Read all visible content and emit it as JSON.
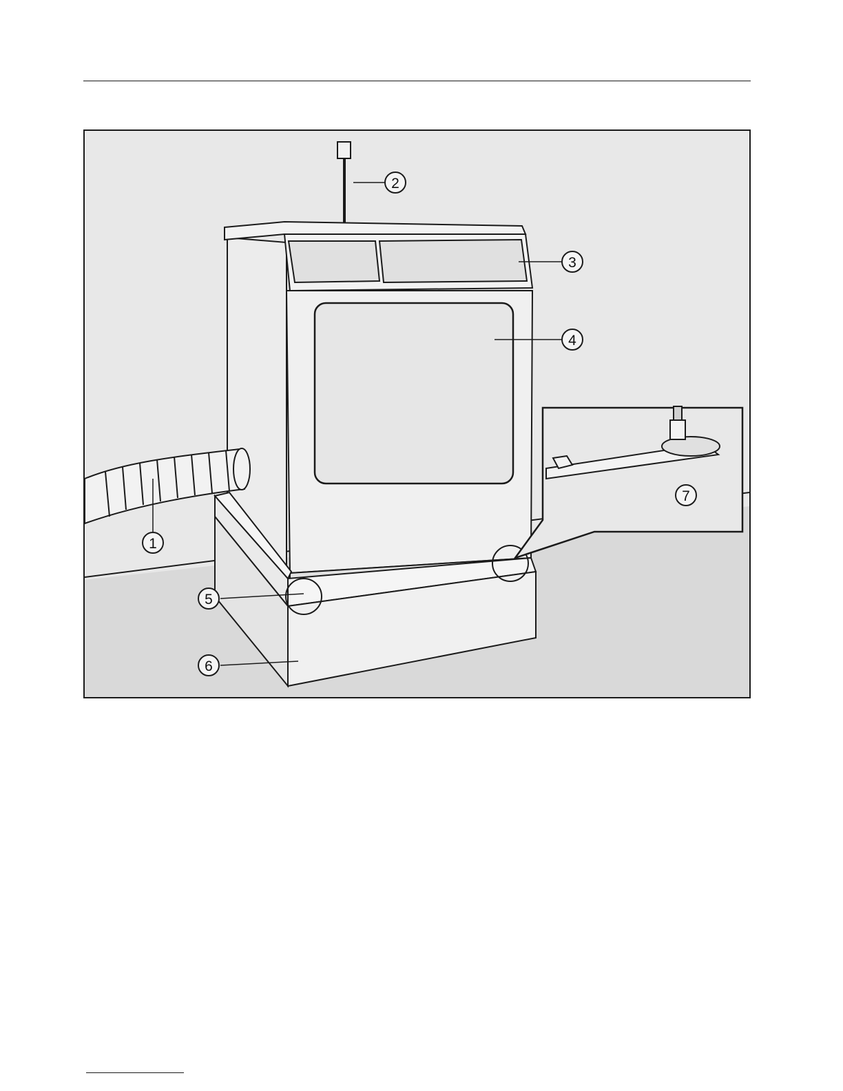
{
  "figure": {
    "callouts": [
      {
        "number": "1",
        "part": "hose"
      },
      {
        "number": "2",
        "part": "cable"
      },
      {
        "number": "3",
        "part": "control-panel"
      },
      {
        "number": "4",
        "part": "door"
      },
      {
        "number": "5",
        "part": "foot"
      },
      {
        "number": "6",
        "part": "plinth"
      },
      {
        "number": "7",
        "part": "foot-detail-inset"
      }
    ]
  }
}
